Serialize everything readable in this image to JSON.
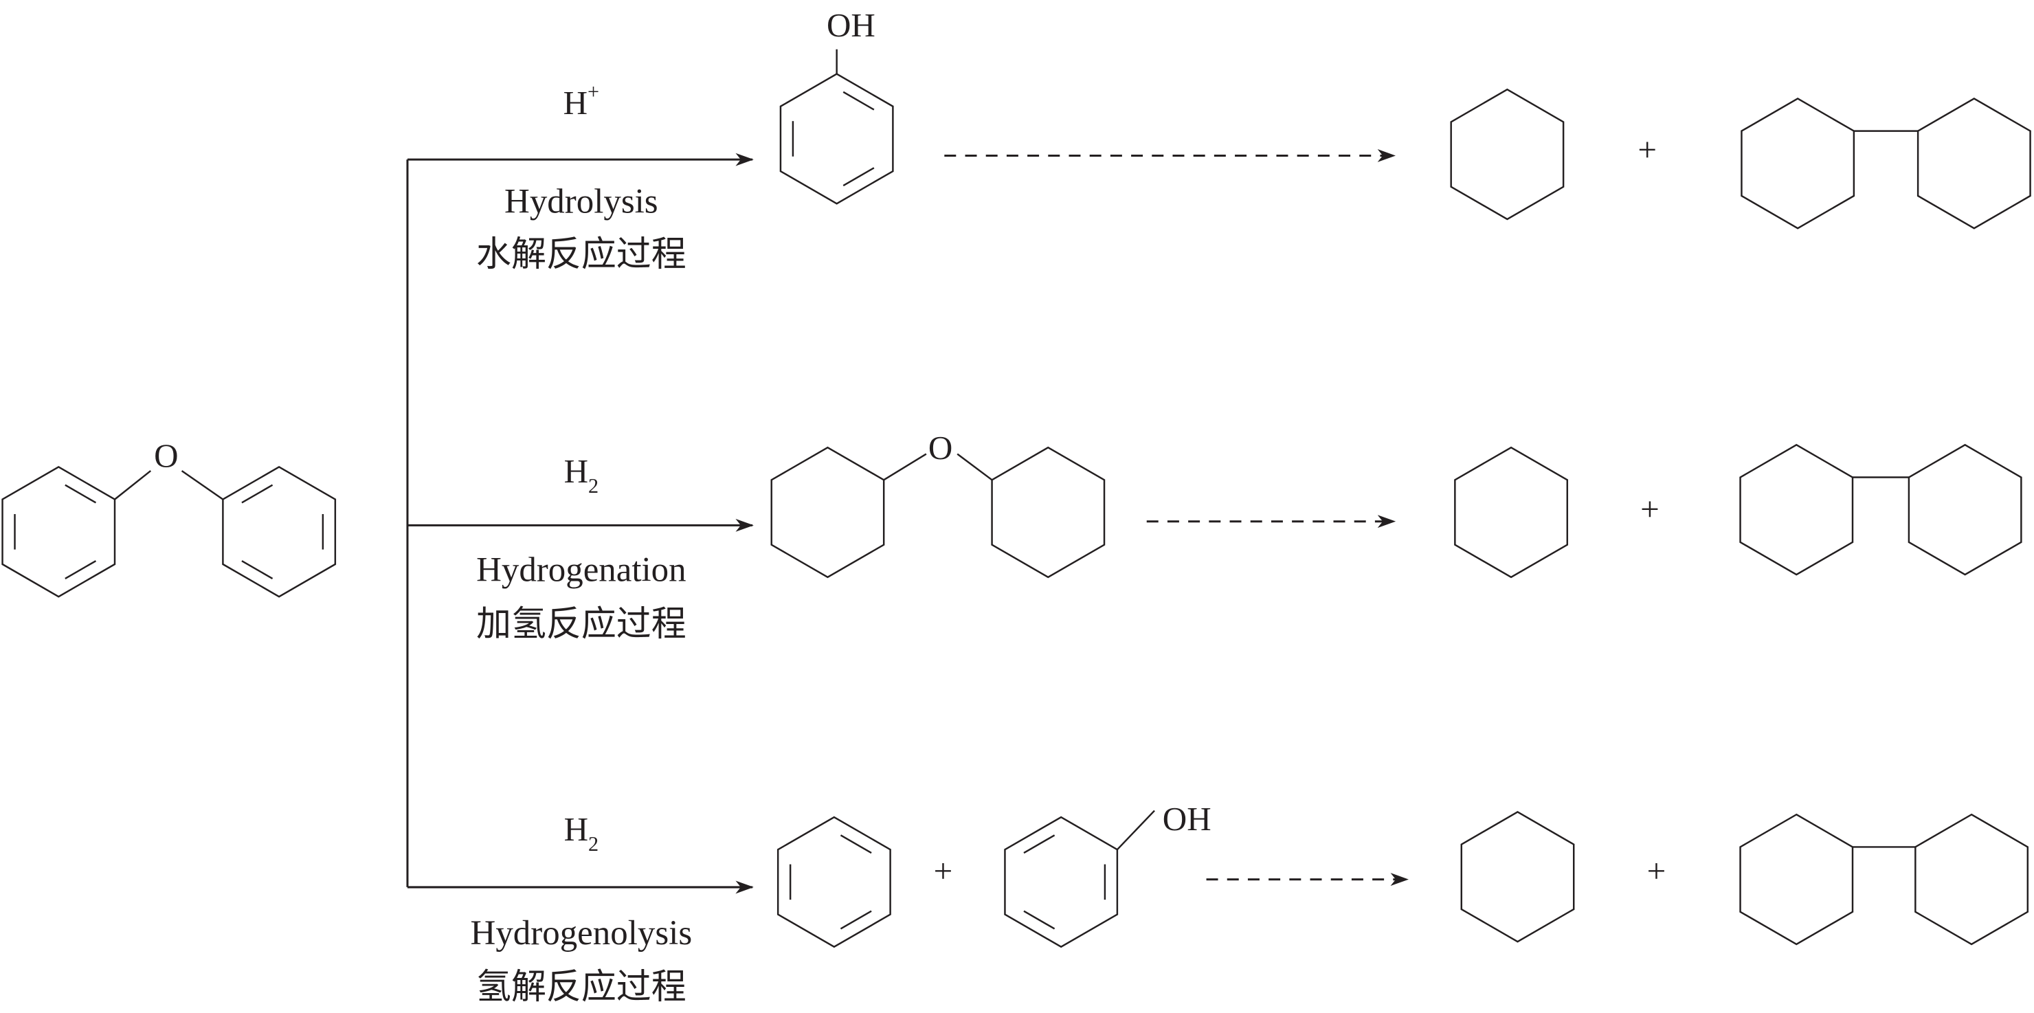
{
  "diagram": {
    "reactant": {
      "name_atom": "O"
    },
    "pathways": [
      {
        "reagent": "H",
        "reagent_sup": "+",
        "name_en": "Hydrolysis",
        "name_zh": "水解反应过程",
        "intermediate_label": "OH"
      },
      {
        "reagent": "H",
        "reagent_sub": "2",
        "name_en": "Hydrogenation",
        "name_zh": "加氢反应过程",
        "intermediate_label": "O"
      },
      {
        "reagent": "H",
        "reagent_sub": "2",
        "name_en": "Hydrogenolysis",
        "name_zh": "氢解反应过程",
        "intermediate_label": "OH",
        "intermediate_plus": "+"
      }
    ],
    "plus": "+",
    "colors": {
      "ink": "#231f20",
      "background": "#ffffff"
    }
  }
}
